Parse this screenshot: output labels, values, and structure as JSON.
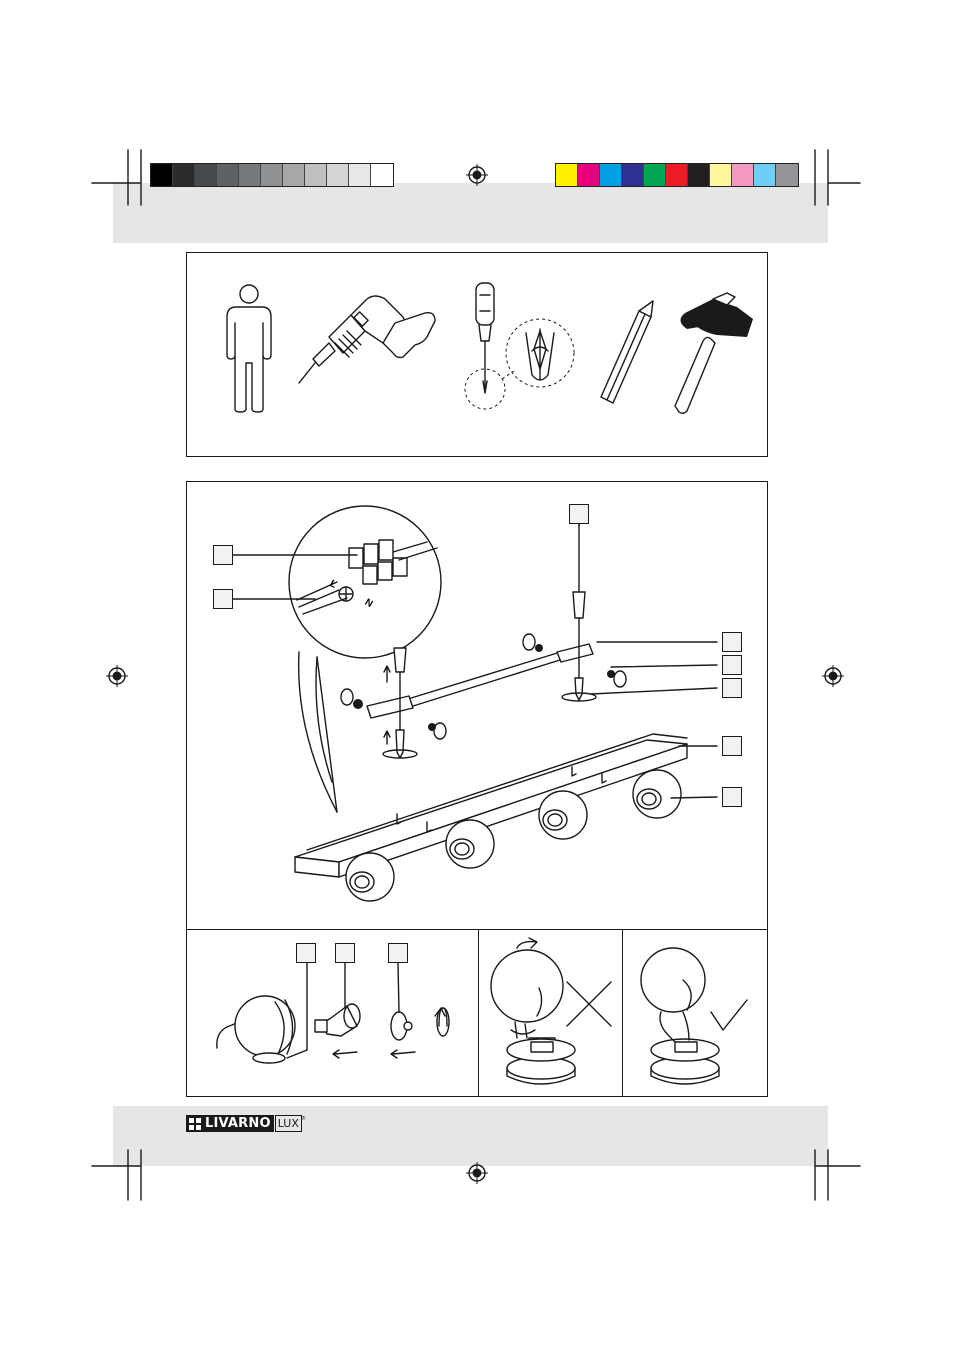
{
  "colors": {
    "grays": [
      "#000000",
      "#2a2c2e",
      "#474a4c",
      "#5f6264",
      "#76797b",
      "#8f9193",
      "#a6a8aa",
      "#bdbfc0",
      "#d3d4d5",
      "#e7e8e8",
      "#ffffff"
    ],
    "process": [
      "#fff200",
      "#e6007e",
      "#00a0e3",
      "#2e3192",
      "#00a651",
      "#ed1c24",
      "#231f20",
      "#fff799",
      "#f49ac1",
      "#6dcff6",
      "#939598"
    ],
    "band": "#e6e6e7",
    "line": "#1a1a1a"
  },
  "tools_panel": {
    "icons": [
      "person-icon",
      "drill-icon",
      "screwdriver-icon",
      "pencil-icon",
      "hammer-icon"
    ]
  },
  "wiring_labels": {
    "live": "L",
    "neutral": "N"
  },
  "brand": {
    "name": "LIVARNO",
    "suffix": "LUX",
    "registered": "®"
  }
}
